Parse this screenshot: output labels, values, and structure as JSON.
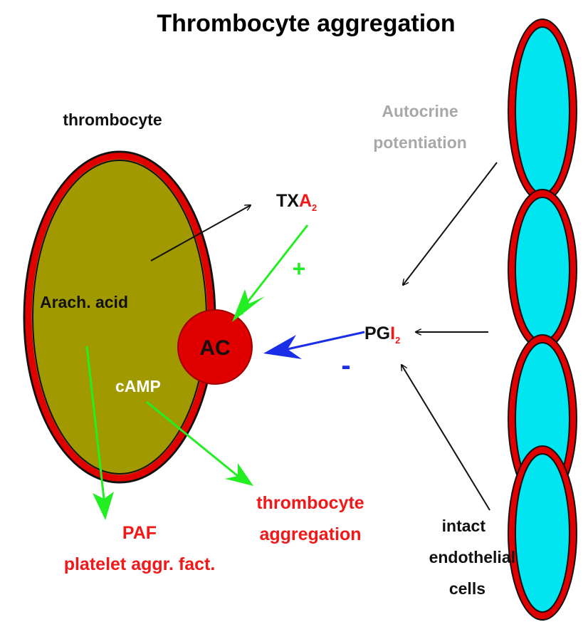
{
  "title": "Thrombocyte aggregation",
  "labels": {
    "thrombocyte": "thrombocyte",
    "autocrine_line1": "Autocrine",
    "autocrine_line2": "potentiation",
    "txa_main": "TX",
    "txa_red": "A",
    "txa_sub": "2",
    "plus": "+",
    "minus": "-",
    "arach_acid": "Arach. acid",
    "ac": "AC",
    "camp": "cAMP",
    "pgi_main": "PG",
    "pgi_red": "I",
    "pgi_sub": "2",
    "paf_line1": "PAF",
    "paf_line2": "platelet aggr. fact.",
    "aggregation_line1": "thrombocyte",
    "aggregation_line2": "aggregation",
    "endothelial_line1": "intact",
    "endothelial_line2": "endothelial",
    "endothelial_line3": "cells"
  },
  "colors": {
    "cell_fill": "#a09a00",
    "cell_border": "#e00000",
    "ac_fill": "#e00000",
    "endothelial_fill": "#00e5f0",
    "endothelial_border": "#e00000",
    "green_arrow": "#22ee22",
    "blue_arrow": "#1a2ee8",
    "black_arrow": "#111111",
    "red_text": "#f01818",
    "gray_text": "#a8a8a8",
    "white_text": "#ffffff"
  }
}
